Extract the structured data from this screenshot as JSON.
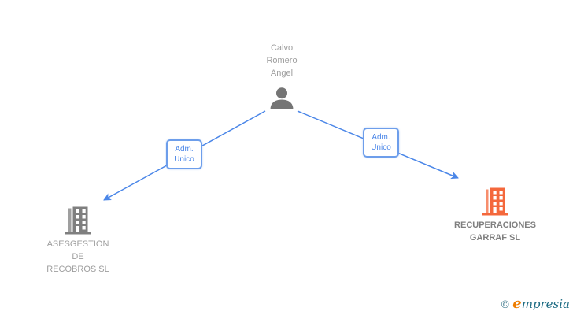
{
  "diagram": {
    "person": {
      "name": "Calvo Romero Angel",
      "name_lines": [
        "Calvo",
        "Romero",
        "Angel"
      ]
    },
    "relations": [
      {
        "label": "Adm. Unico",
        "label_lines": [
          "Adm.",
          "Unico"
        ]
      },
      {
        "label": "Adm. Unico",
        "label_lines": [
          "Adm.",
          "Unico"
        ]
      }
    ],
    "companies": [
      {
        "name": "ASESGESTION DE RECOBROS SL",
        "name_lines": [
          "ASESGESTION",
          "DE",
          "RECOBROS SL"
        ],
        "icon_color": "#7f7f7f"
      },
      {
        "name": "RECUPERACIONES GARRAF SL",
        "name_lines": [
          "RECUPERACIONES",
          "GARRAF SL"
        ],
        "icon_color": "#f4683c"
      }
    ],
    "colors": {
      "connector": "#4a86e8",
      "label_border": "#6d9eeb",
      "label_text": "#4a86e8",
      "person_icon": "#757575",
      "company_text_muted": "#9e9e9e",
      "company_text_strong": "#7f7f7f"
    }
  },
  "footer": {
    "copyright_symbol": "©",
    "brand_first_letter": "e",
    "brand_rest": "mpresia"
  }
}
